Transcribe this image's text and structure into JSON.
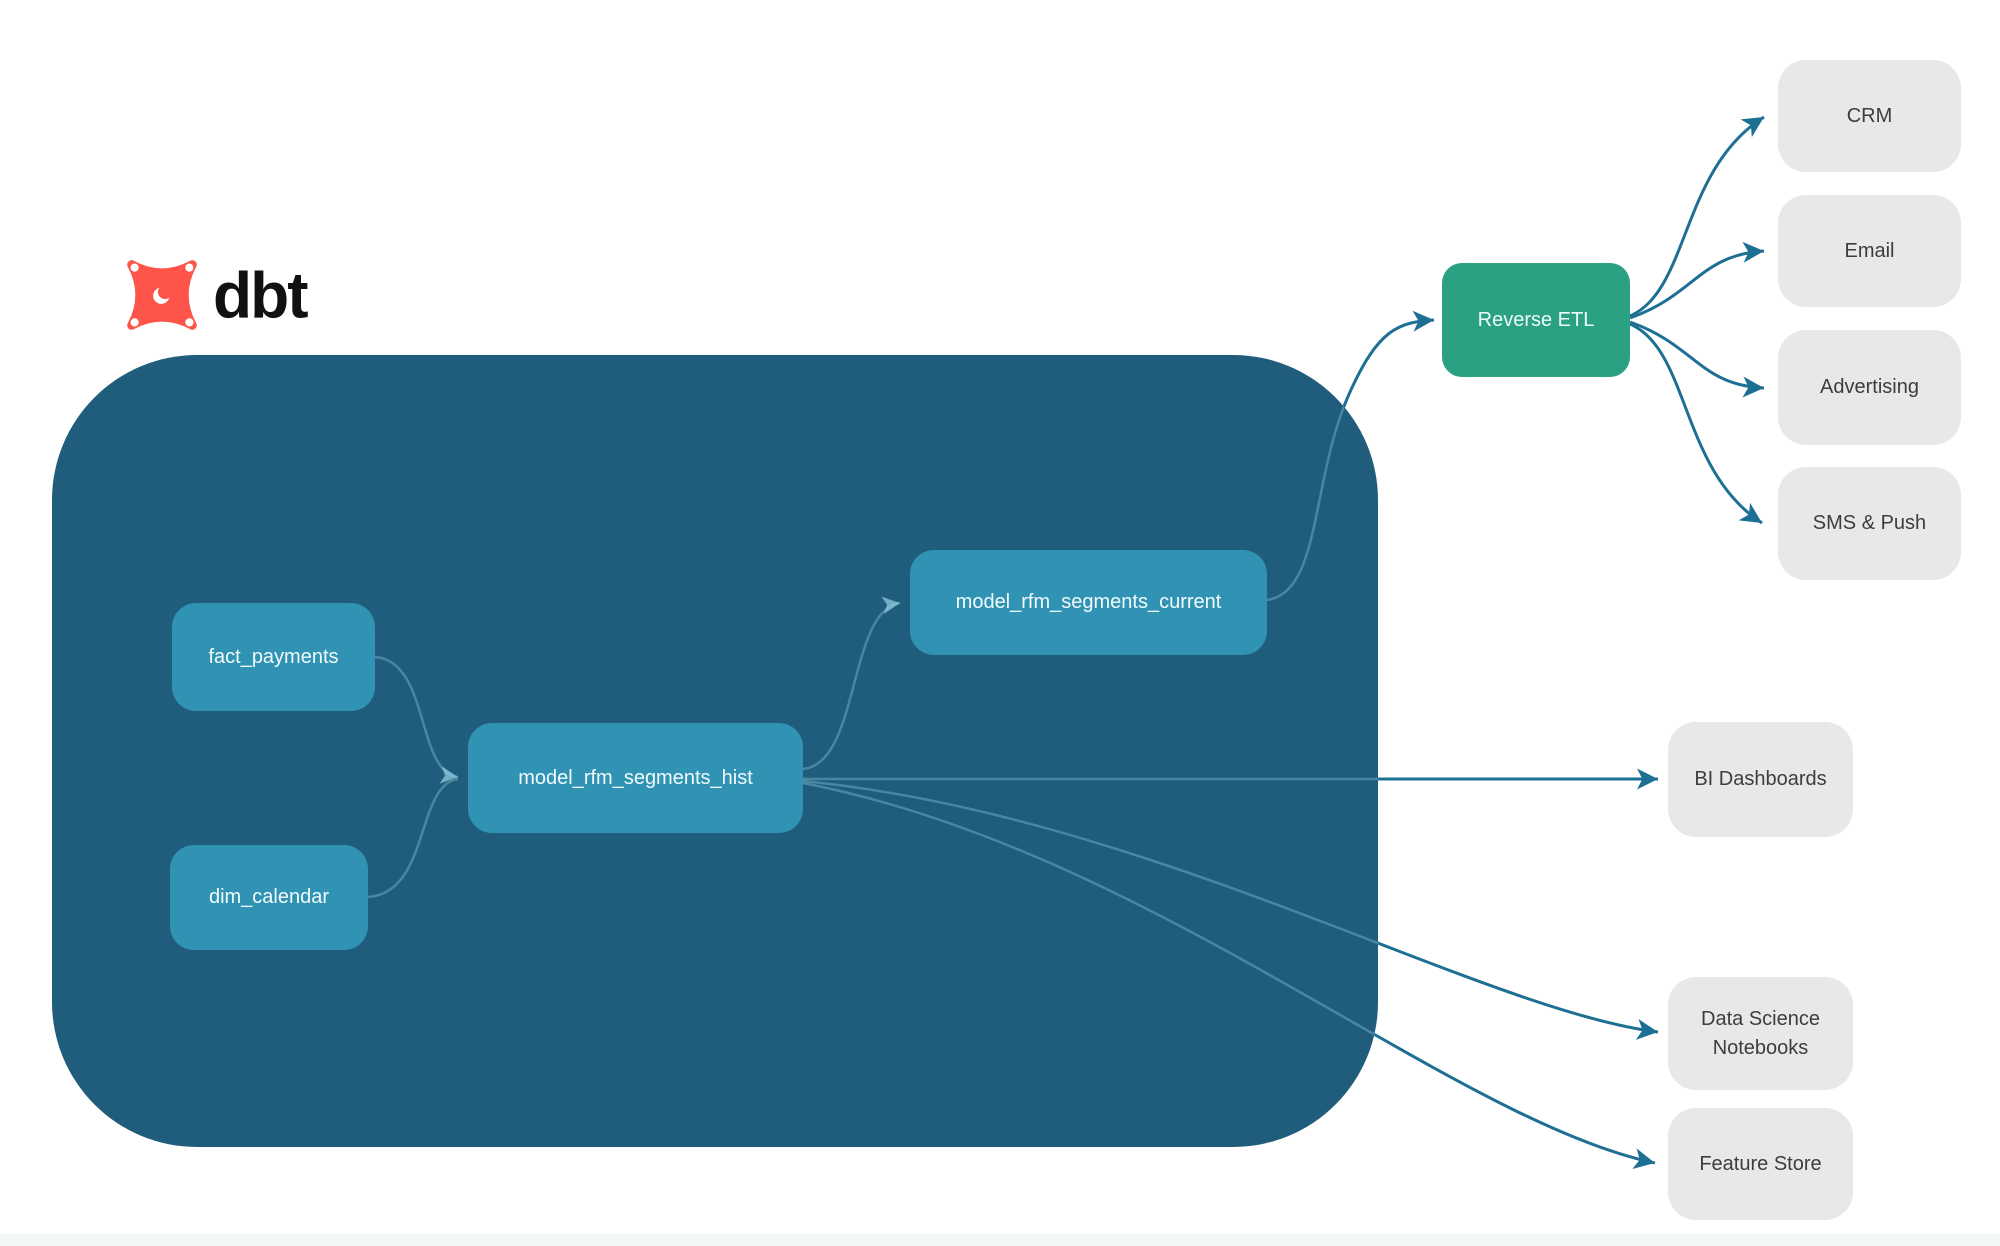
{
  "diagram": {
    "logo": {
      "wordmark": "dbt",
      "icon": "dbt-star-icon"
    },
    "warehouse": {
      "nodes": {
        "fact_payments": {
          "label": "fact_payments"
        },
        "dim_calendar": {
          "label": "dim_calendar"
        },
        "model_rfm_segments_hist": {
          "label": "model_rfm_segments_hist"
        },
        "model_rfm_segments_current": {
          "label": "model_rfm_segments_current"
        }
      }
    },
    "reverse_etl": {
      "label": "Reverse ETL"
    },
    "activation_destinations": {
      "crm": {
        "label": "CRM"
      },
      "email": {
        "label": "Email"
      },
      "advertising": {
        "label": "Advertising"
      },
      "sms_push": {
        "label": "SMS & Push"
      }
    },
    "analytics_destinations": {
      "bi_dashboards": {
        "label": "BI Dashboards"
      },
      "data_science_notebooks": {
        "label": "Data Science Notebooks"
      },
      "feature_store": {
        "label": "Feature Store"
      }
    },
    "edges": [
      {
        "from": "fact_payments",
        "to": "model_rfm_segments_hist"
      },
      {
        "from": "dim_calendar",
        "to": "model_rfm_segments_hist"
      },
      {
        "from": "model_rfm_segments_hist",
        "to": "model_rfm_segments_current"
      },
      {
        "from": "model_rfm_segments_current",
        "to": "Reverse ETL"
      },
      {
        "from": "Reverse ETL",
        "to": "CRM"
      },
      {
        "from": "Reverse ETL",
        "to": "Email"
      },
      {
        "from": "Reverse ETL",
        "to": "Advertising"
      },
      {
        "from": "Reverse ETL",
        "to": "SMS & Push"
      },
      {
        "from": "model_rfm_segments_hist",
        "to": "BI Dashboards"
      },
      {
        "from": "model_rfm_segments_hist",
        "to": "Data Science Notebooks"
      },
      {
        "from": "model_rfm_segments_hist",
        "to": "Feature Store"
      }
    ],
    "colors": {
      "warehouse_bg": "#205d7c",
      "model_node": "#3093b4",
      "reverse_etl_node": "#2ba183",
      "destination_node": "#e8e8e8",
      "destination_text": "#3d3d3d",
      "arrow_dark": "#1e6f94",
      "arrow_faint": "#8ecbdd",
      "logo_orange": "#ff5449"
    }
  }
}
